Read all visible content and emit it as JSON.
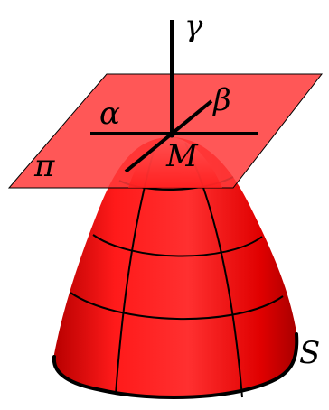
{
  "diagram": {
    "labels": {
      "gamma": "γ",
      "alpha": "α",
      "beta": "β",
      "point": "M",
      "plane": "π",
      "surface": "S"
    },
    "colors": {
      "plane_fill": "#ff4a4a",
      "surface_fill": "#ff1a1a",
      "surface_shade": "#cc0000",
      "line": "#000000",
      "background": "#ffffff"
    }
  }
}
